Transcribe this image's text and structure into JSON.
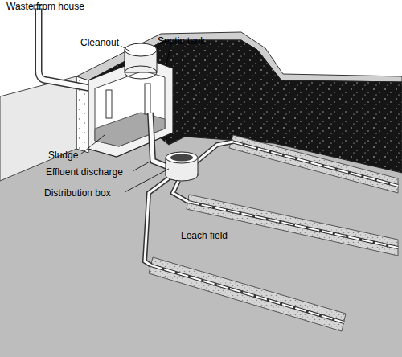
{
  "diagram": {
    "labels": [
      "Waste from house",
      "Cleanout",
      "Septic tank",
      "Sludge",
      "Effluent discharge",
      "Distribution box",
      "Leach field"
    ]
  }
}
